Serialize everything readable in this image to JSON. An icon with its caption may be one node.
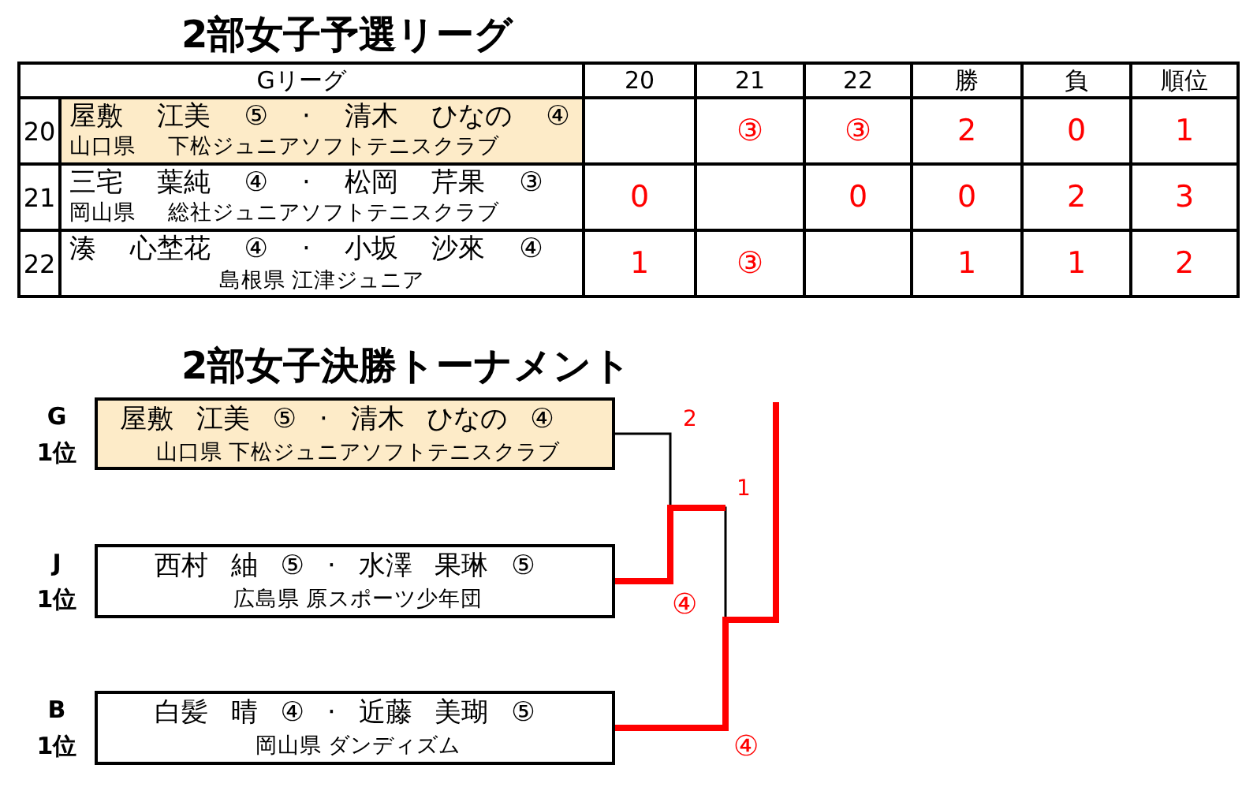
{
  "diagram": {
    "title": "2部女子予選リーグ",
    "nodes": [
      {
        "text": [
          "屋敷 江美 ⑤ · 清木 ひなの ④",
          "山口県 下松ジュニアソフトテニスクラブ"
        ],
        "beside": [
          "G",
          "1位"
        ]
      },
      {
        "text": [
          "西村 紬 ⑤ · 水澤 果琳 ⑤",
          "広島県 原スポーツ少年団"
        ],
        "beside": [
          "J",
          "1位"
        ]
      },
      {
        "text": [
          "白髪 晴 ④ · 近藤 美瑚 ⑤",
          "岡山県 ダンディズム"
        ],
        "beside": [
          "B",
          "1位"
        ]
      }
    ],
    "edges": [
      {
        "from": 0,
        "to": 1,
        "arrow": "none",
        "label": "2"
      },
      {
        "from": 1,
        "to": 2,
        "arrow": "none",
        "label": "1"
      },
      {
        "from": 1,
        "to": null,
        "arrow": "none",
        "label": "④",
        "style": "thick",
        "color": "#ff0000"
      },
      {
        "from": 2,
        "to": null,
        "arrow": "none",
        "label": "④",
        "style": "thick",
        "color": "#ff0000"
      }
    ],
    "labels": [
      "Gリーグ",
      "20",
      "21",
      "22",
      "勝",
      "負",
      "順位",
      "20",
      "屋敷 江美 ⑤ · 清木 ひなの ④",
      "山口県 下松ジュニアソフトテニスクラブ",
      "③",
      "③",
      "2",
      "0",
      "1",
      "21",
      "三宅 葉純 ④ · 松岡 芹果 ③",
      "岡山県 総社ジュニアソフトテニスクラブ",
      "0",
      "0",
      "0",
      "2",
      "3",
      "22",
      "湊 心埜花 ④ · 小坂 沙來 ④",
      "島根県 江津ジュニア",
      "1",
      "③",
      "1",
      "1",
      "2",
      "2部女子決勝トーナメント"
    ]
  }
}
